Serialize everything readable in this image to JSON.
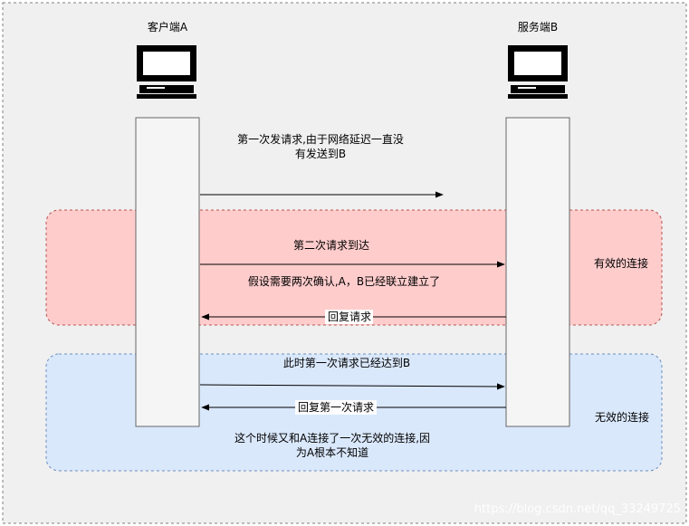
{
  "participants": {
    "client": {
      "label": "客户端A",
      "icon": "monitor-icon"
    },
    "server": {
      "label": "服务端B",
      "icon": "monitor-icon"
    }
  },
  "regions": {
    "valid": {
      "label": "有效的连接",
      "fill": "#ffcccc",
      "stroke": "#b85450"
    },
    "invalid": {
      "label": "无效的连接",
      "fill": "#dae8fc",
      "stroke": "#6c8ebf"
    }
  },
  "messages": {
    "first_request_line1": "第一次发请求,由于网络延迟一直没",
    "first_request_line2": "有发送到B",
    "second_request": "第二次请求到达",
    "assumption": "假设需要两次确认,A，B已经联立建立了",
    "reply": "回复请求",
    "first_arrives": "此时第一次请求已经达到B",
    "reply_first": "回复第一次请求",
    "explanation_line1": "这个时候又和A连接了一次无效的连接,因",
    "explanation_line2": "为A根本不知道"
  },
  "watermark": "https://blog.csdn.net/qq_33249725",
  "colors": {
    "page_background": "#ffffff",
    "canvas_background": "#f0f0f0",
    "canvas_border": "#7f7f7f",
    "lifeline_fill": "#f5f5f5",
    "lifeline_stroke": "#666666",
    "text": "#000000",
    "watermark": "#ffffff"
  }
}
